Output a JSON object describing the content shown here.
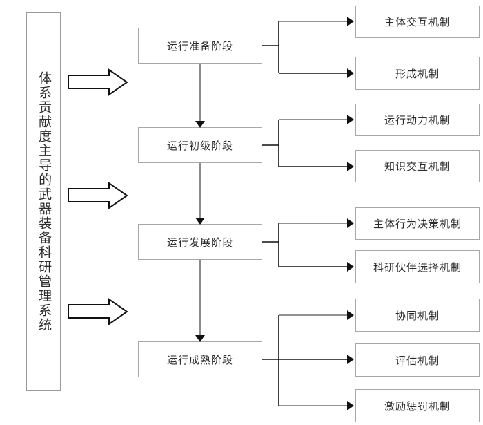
{
  "diagram": {
    "title_box": {
      "text": "体系贡献度主导的武器装备科研管理系统",
      "orientation": "vertical"
    },
    "stages": [
      {
        "id": "stage-1",
        "label": "运行准备阶段"
      },
      {
        "id": "stage-2",
        "label": "运行初级阶段"
      },
      {
        "id": "stage-3",
        "label": "运行发展阶段"
      },
      {
        "id": "stage-4",
        "label": "运行成熟阶段"
      }
    ],
    "mechanisms": [
      {
        "id": "mech-1",
        "label": "主体交互机制",
        "stage": "stage-1"
      },
      {
        "id": "mech-2",
        "label": "形成机制",
        "stage": "stage-1"
      },
      {
        "id": "mech-3",
        "label": "运行动力机制",
        "stage": "stage-2"
      },
      {
        "id": "mech-4",
        "label": "知识交互机制",
        "stage": "stage-2"
      },
      {
        "id": "mech-5",
        "label": "主体行为决策机制",
        "stage": "stage-3"
      },
      {
        "id": "mech-6",
        "label": "科研伙伴选择机制",
        "stage": "stage-3"
      },
      {
        "id": "mech-7",
        "label": "协同机制",
        "stage": "stage-4"
      },
      {
        "id": "mech-8",
        "label": "评估机制",
        "stage": "stage-4"
      },
      {
        "id": "mech-9",
        "label": "激励惩罚机制",
        "stage": "stage-4"
      }
    ],
    "block_arrows": [
      {
        "id": "block-arrow-1",
        "direction": "right"
      },
      {
        "id": "block-arrow-2",
        "direction": "right"
      },
      {
        "id": "block-arrow-3",
        "direction": "right"
      }
    ],
    "colors": {
      "box_border": "#a8a8a8",
      "connector": "#6f6f6f",
      "arrow_head": "#111111",
      "text": "#2b2b2b",
      "background": "#ffffff"
    }
  }
}
